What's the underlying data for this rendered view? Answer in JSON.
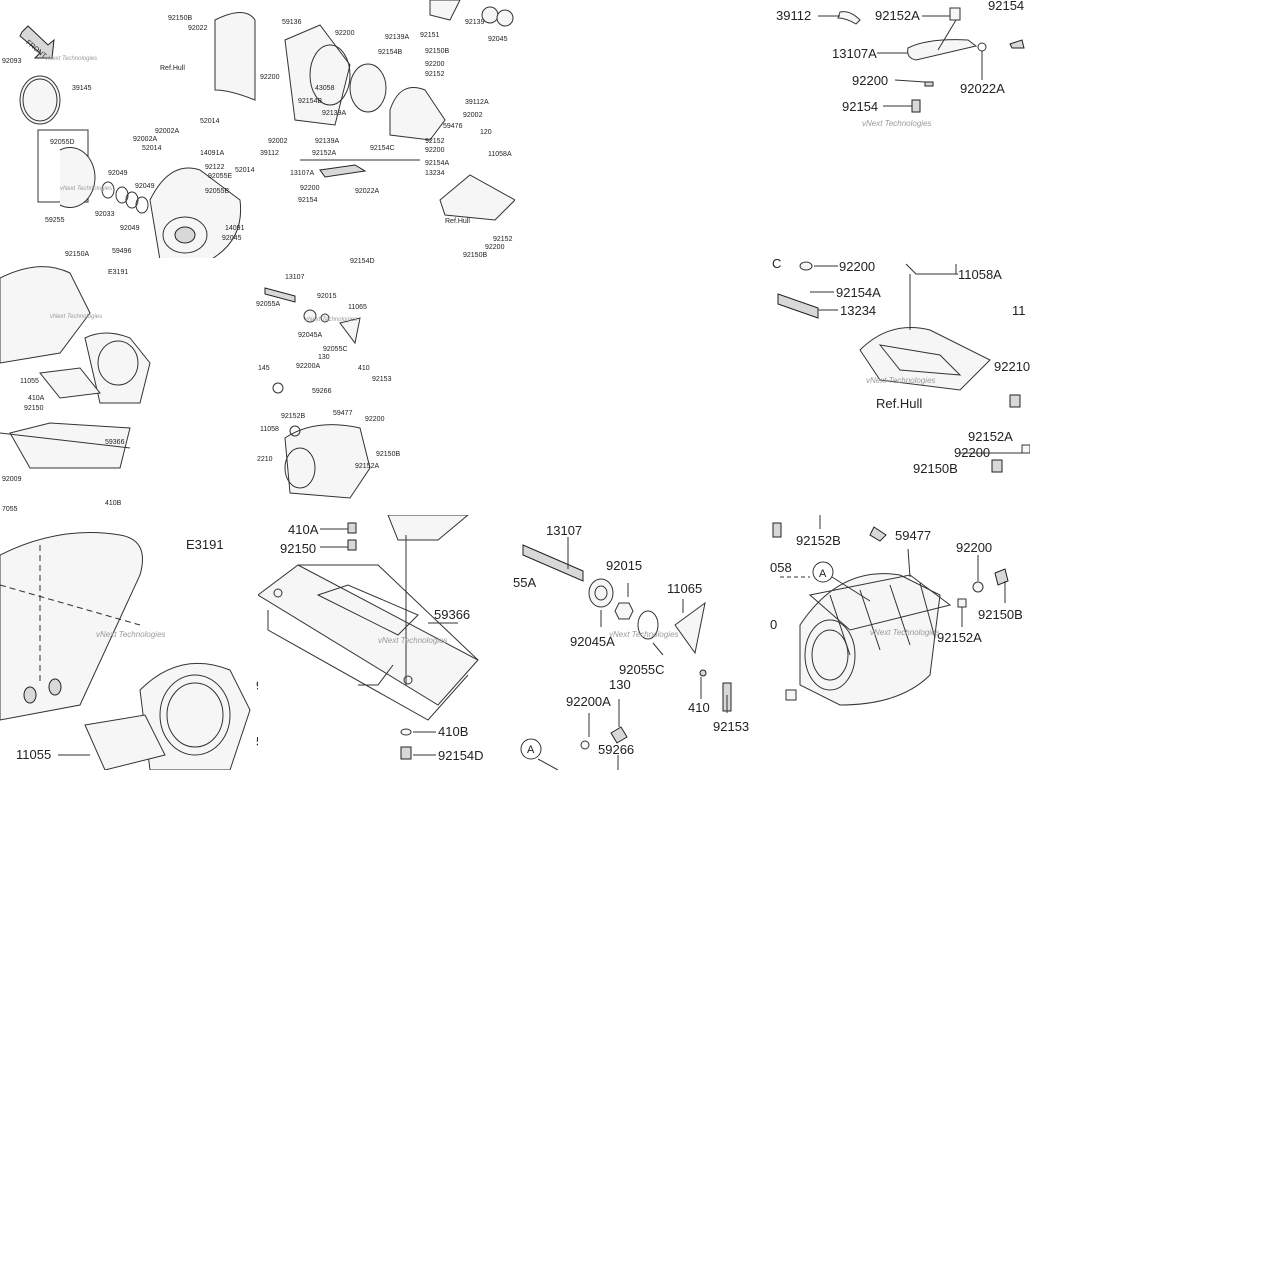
{
  "tiles": [
    {
      "id": "overview",
      "labels": [
        "92150B",
        "92022",
        "Ref.Hull",
        "FRONT",
        "92093",
        "39145",
        "92055D",
        "92002A",
        "52014",
        "92002A",
        "52014",
        "14091A",
        "92122",
        "92055E",
        "92049",
        "92049",
        "92033",
        "92049",
        "59255",
        "92055B",
        "14091",
        "92045",
        "92150A",
        "59496",
        "59136",
        "92200",
        "92200",
        "92139A",
        "92154B",
        "92150B",
        "92200",
        "92152",
        "43058",
        "92154B",
        "39112A",
        "92139A",
        "59476",
        "92002",
        "92002",
        "92139A",
        "39112",
        "92152A",
        "92154C",
        "92152",
        "92200",
        "92154A",
        "13234",
        "13107A",
        "92200",
        "92022A",
        "92154",
        "11058A",
        "Ref.Hull",
        "92151",
        "92139",
        "92045",
        "92152",
        "92200",
        "92150B",
        "52014",
        "120"
      ],
      "watermarks": [
        "vNext Technologies",
        "vNext Technologies"
      ]
    },
    {
      "id": "zoom-top-right",
      "labels": [
        "39112",
        "92152A",
        "92154",
        "13107A",
        "92022A",
        "92200",
        "92154"
      ],
      "watermarks": [
        "vNext Technologies"
      ]
    },
    {
      "id": "overview-2",
      "labels": [
        "E3191",
        "11055",
        "410A",
        "92150",
        "59366",
        "410B",
        "92009",
        "7055",
        "13107",
        "92055A",
        "92015",
        "11065",
        "92045A",
        "92055C",
        "145",
        "130",
        "410",
        "92153",
        "92200A",
        "59266",
        "92152B",
        "59477",
        "92200",
        "11058",
        "92150B",
        "92152A",
        "2210",
        "92154D"
      ],
      "watermarks": [
        "vNext Technologies",
        "vNext Technologies"
      ]
    },
    {
      "id": "zoom-mid-right",
      "labels": [
        "C",
        "92200",
        "11058A",
        "92154A",
        "13234",
        "Ref.Hull",
        "92210",
        "92152A",
        "92200",
        "92150B",
        "11"
      ],
      "watermarks": [
        "vNext Technologies"
      ]
    },
    {
      "id": "zoom-hull",
      "labels": [
        "E3191",
        "11055",
        "9",
        "5"
      ],
      "watermarks": [
        "vNext Technologies"
      ]
    },
    {
      "id": "zoom-plate",
      "labels": [
        "410A",
        "92150",
        "59366",
        "410B",
        "92154D"
      ],
      "watermarks": [
        "vNext Technologies"
      ]
    },
    {
      "id": "zoom-shaft",
      "labels": [
        "13107",
        "55A",
        "92015",
        "11065",
        "92045A",
        "92055C",
        "130",
        "92200A",
        "410",
        "92153",
        "59266",
        "A"
      ],
      "watermarks": [
        "vNext Technologies"
      ]
    },
    {
      "id": "zoom-pump",
      "labels": [
        "92152B",
        "59477",
        "058",
        "A",
        "92200",
        "0",
        "92150B",
        "92152A"
      ],
      "watermarks": [
        "vNext Technologies"
      ]
    }
  ]
}
